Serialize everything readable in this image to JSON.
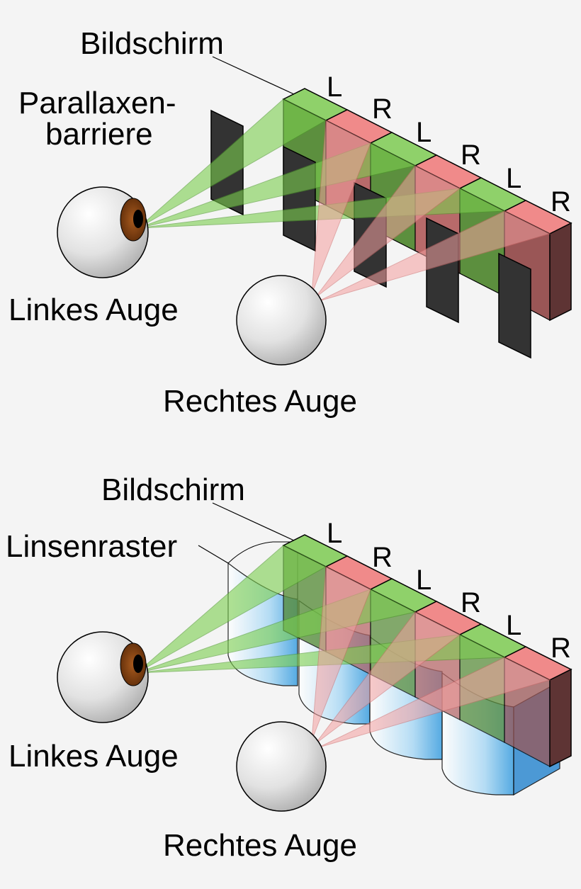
{
  "panels": [
    {
      "screen_label": "Bildschirm",
      "barrier_label_line1": "Parallaxen-",
      "barrier_label_line2": "barriere",
      "left_eye_label": "Linkes Auge",
      "right_eye_label": "Rechtes Auge",
      "pixel_letters": [
        "L",
        "R",
        "L",
        "R",
        "L",
        "R"
      ]
    },
    {
      "screen_label": "Bildschirm",
      "lens_label": "Linsenraster",
      "left_eye_label": "Linkes Auge",
      "right_eye_label": "Rechtes Auge",
      "pixel_letters": [
        "L",
        "R",
        "L",
        "R",
        "L",
        "R"
      ]
    }
  ],
  "colors": {
    "background": "#f4f4f4",
    "left_pixel": "#8fd16a",
    "right_pixel": "#f08a8a",
    "left_ray": "#7ccf4f",
    "right_ray": "#f4a0a0",
    "barrier": "#333333",
    "lens": "#bfe2f6",
    "iris": "#7a3e12"
  }
}
